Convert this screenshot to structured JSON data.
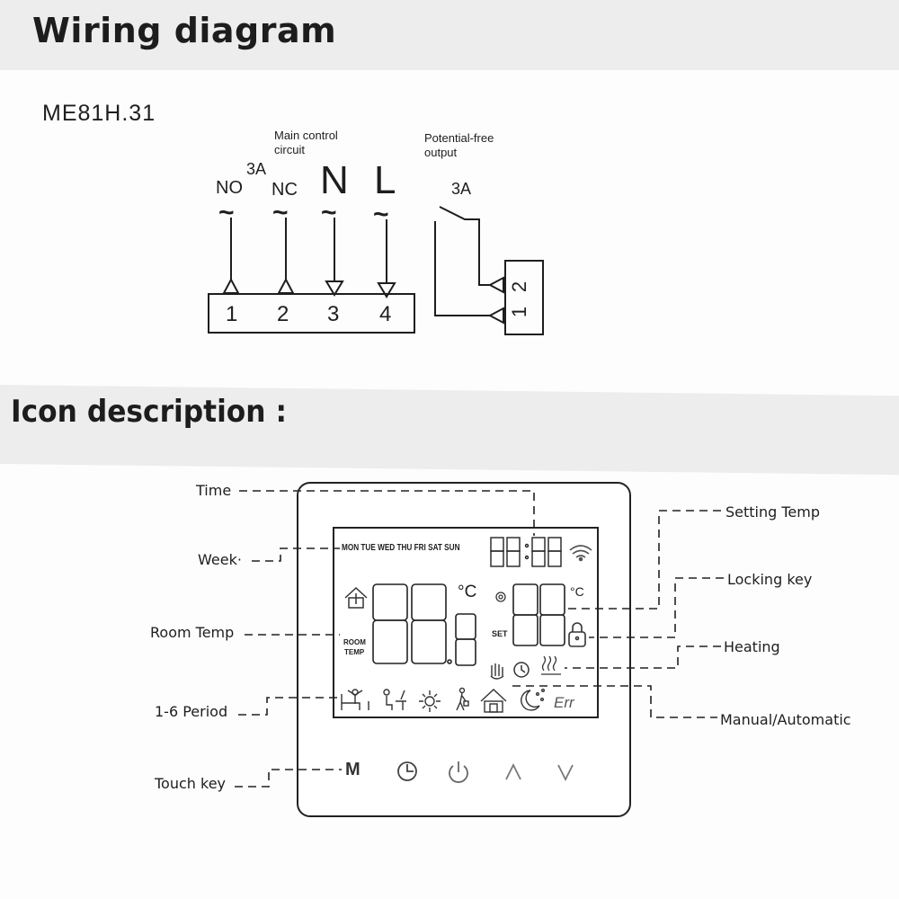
{
  "sections": {
    "wiring_title": "Wiring diagram",
    "icon_title": "Icon description :"
  },
  "wiring": {
    "model": "ME81H.31",
    "main_circuit_label_line1": "Main control",
    "main_circuit_label_line2": "circuit",
    "potential_free_line1": "Potential-free",
    "potential_free_line2": "output",
    "relay_rating": "3A",
    "output_rating": "3A",
    "terminals": [
      {
        "name": "NO",
        "number": "1",
        "symbol": "~"
      },
      {
        "name": "NC",
        "number": "2",
        "symbol": "~"
      },
      {
        "name": "N",
        "number": "3",
        "symbol": "~"
      },
      {
        "name": "L",
        "number": "4",
        "symbol": "~"
      }
    ],
    "output_terminals": [
      "1",
      "2"
    ]
  },
  "display": {
    "week_days": "MON TUE WED THU FRI SAT SUN",
    "room_label_1": "ROOM",
    "room_label_2": "TEMP",
    "set_label": "SET",
    "unit": "°C",
    "err": "Err",
    "period_icons": [
      "wake-icon",
      "work-icon",
      "day-sun-icon",
      "leave-icon",
      "home-icon",
      "night-icon"
    ]
  },
  "touch_keys": {
    "mode": "M",
    "clock": "clock",
    "power": "power",
    "up": "up",
    "down": "down"
  },
  "callouts": {
    "time": "Time",
    "week": "Week·",
    "room_temp": "Room Temp",
    "period": "1-6 Period",
    "touch_key": "Touch key",
    "setting_temp": "Setting Temp",
    "locking_key": "Locking key",
    "heating": "Heating",
    "manual_auto": "Manual/Automatic"
  }
}
